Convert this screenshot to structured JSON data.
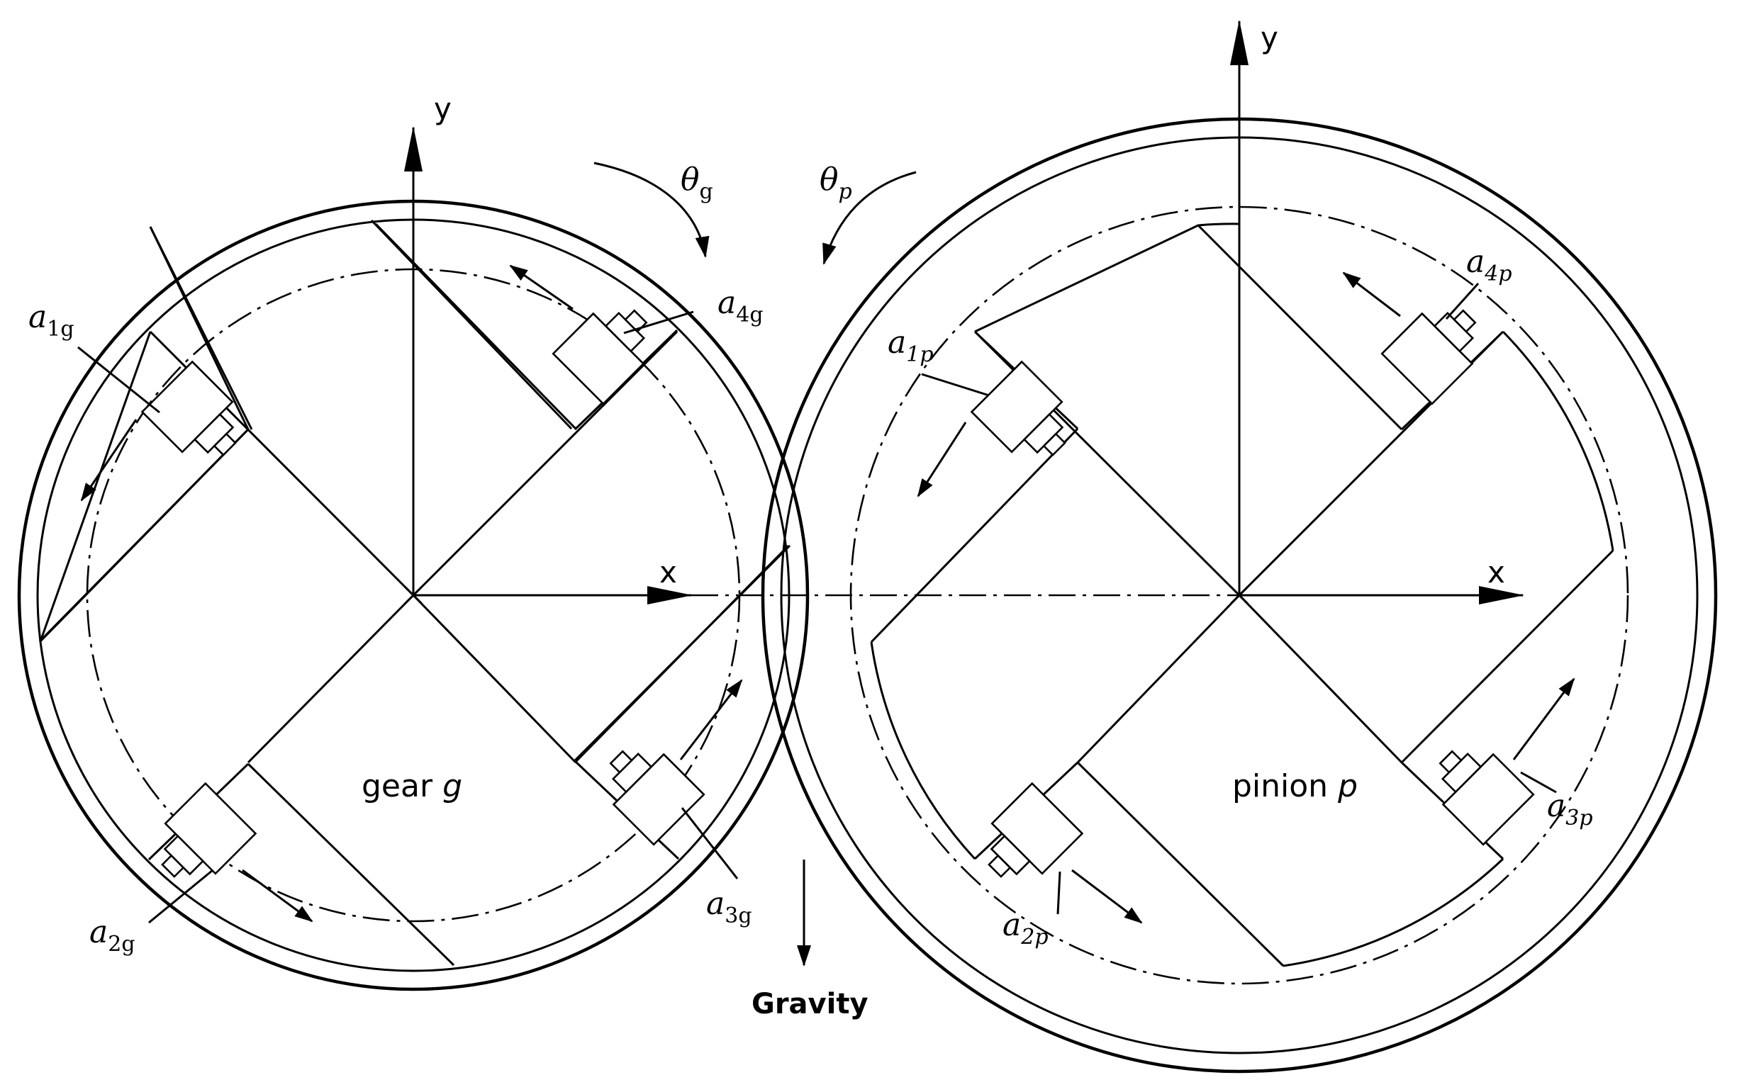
{
  "gear": {
    "name": "gear",
    "name_var": "g",
    "theta": {
      "base": "θ",
      "sub": "g"
    },
    "accelerometers": [
      {
        "base": "a",
        "sub": "1g"
      },
      {
        "base": "a",
        "sub": "2g"
      },
      {
        "base": "a",
        "sub": "3g"
      },
      {
        "base": "a",
        "sub": "4g"
      }
    ]
  },
  "pinion": {
    "name": "pinion",
    "name_var": "p",
    "theta": {
      "base": "θ",
      "sub": "p"
    },
    "accelerometers": [
      {
        "base": "a",
        "sub": "1p"
      },
      {
        "base": "a",
        "sub": "2p"
      },
      {
        "base": "a",
        "sub": "3p"
      },
      {
        "base": "a",
        "sub": "4p"
      }
    ]
  },
  "axes": {
    "x": "x",
    "y": "y"
  },
  "gravity_label": "Gravity"
}
